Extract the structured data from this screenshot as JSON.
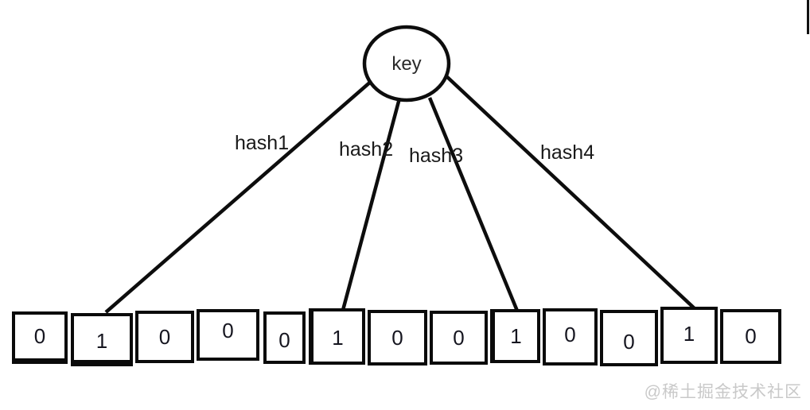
{
  "diagram": {
    "title_hint": "bloom-filter",
    "key_label": "key",
    "hash_labels": [
      "hash1",
      "hash2",
      "hash3",
      "hash4"
    ],
    "colors": {
      "line": "#0d0d0d",
      "digit": "#15151f",
      "key_text": "#2b2b2b",
      "watermark": "#c9c9c9"
    }
  },
  "bit_array": {
    "cells": [
      "0",
      "1",
      "0",
      "0",
      "0",
      "1",
      "0",
      "0",
      "1",
      "0",
      "0",
      "1",
      "0"
    ],
    "set_positions_one_based": [
      2,
      6,
      9,
      12
    ]
  },
  "watermark": {
    "text": "@稀土掘金技术社区"
  }
}
